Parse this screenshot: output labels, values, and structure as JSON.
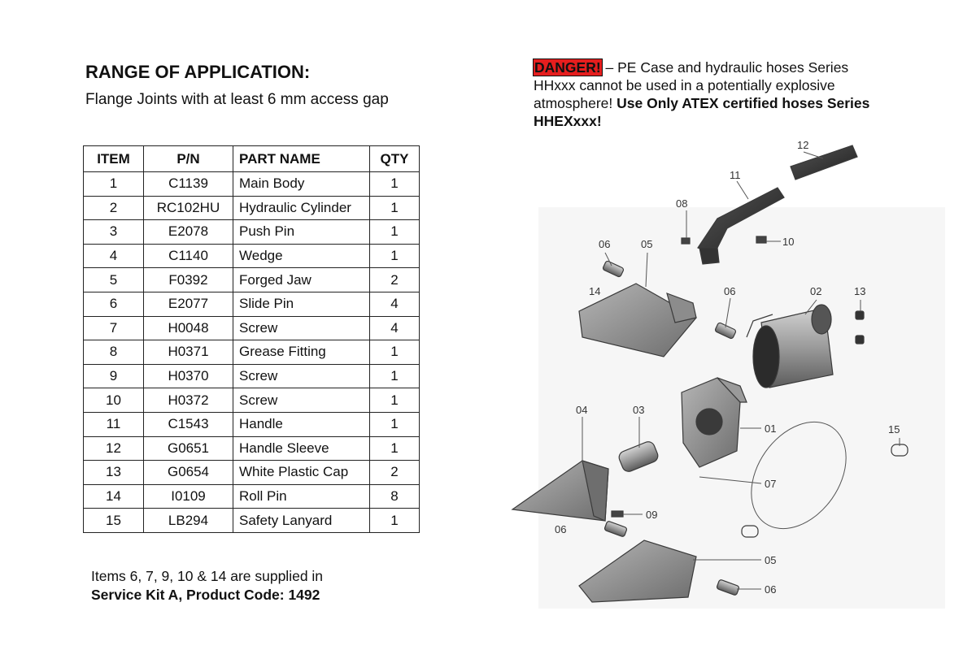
{
  "range": {
    "heading": "RANGE OF APPLICATION:",
    "subheading": "Flange Joints with at least 6 mm access gap"
  },
  "table": {
    "headers": [
      "ITEM",
      "P/N",
      "PART NAME",
      "QTY"
    ],
    "rows": [
      [
        "1",
        "C1139",
        "Main Body",
        "1"
      ],
      [
        "2",
        "RC102HU",
        "Hydraulic Cylinder",
        "1"
      ],
      [
        "3",
        "E2078",
        "Push Pin",
        "1"
      ],
      [
        "4",
        "C1140",
        "Wedge",
        "1"
      ],
      [
        "5",
        "F0392",
        "Forged Jaw",
        "2"
      ],
      [
        "6",
        "E2077",
        "Slide Pin",
        "4"
      ],
      [
        "7",
        "H0048",
        "Screw",
        "4"
      ],
      [
        "8",
        "H0371",
        "Grease Fitting",
        "1"
      ],
      [
        "9",
        "H0370",
        "Screw",
        "1"
      ],
      [
        "10",
        "H0372",
        "Screw",
        "1"
      ],
      [
        "11",
        "C1543",
        "Handle",
        "1"
      ],
      [
        "12",
        "G0651",
        "Handle Sleeve",
        "1"
      ],
      [
        "13",
        "G0654",
        "White Plastic Cap",
        "2"
      ],
      [
        "14",
        "I0109",
        "Roll Pin",
        "8"
      ],
      [
        "15",
        "LB294",
        "Safety Lanyard",
        "1"
      ]
    ]
  },
  "note": {
    "line1": "Items 6, 7, 9, 10 & 14 are supplied in",
    "line2": "Service Kit A, Product Code: 1492"
  },
  "danger": {
    "label": "DANGER!",
    "text1": " – PE Case and hydraulic hoses Series HHxxx cannot be used in a potentially explosive atmosphere! ",
    "text2": "Use Only ATEX certified hoses Series HHEXxxx!",
    "label_color": "#e51e1e"
  },
  "diagram": {
    "callouts": {
      "c12": "12",
      "c11": "11",
      "c08": "08",
      "c10": "10",
      "c06a": "06",
      "c05a": "05",
      "c14": "14",
      "c06b": "06",
      "c02": "02",
      "c13": "13",
      "c04": "04",
      "c03": "03",
      "c01": "01",
      "c15": "15",
      "c07": "07",
      "c09": "09",
      "c06c": "06",
      "c05b": "05",
      "c06d": "06"
    }
  }
}
